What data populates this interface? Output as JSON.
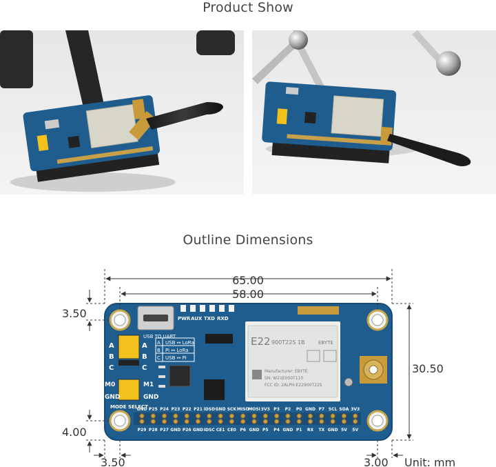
{
  "sections": {
    "product_show": "Product Show",
    "outline_dimensions": "Outline Dimensions"
  },
  "dimensions": {
    "total_width": "65.00",
    "hole_spacing_x": "58.00",
    "height": "30.50",
    "top_hole_offset": "3.50",
    "bottom_hole_offset": "4.00",
    "left_hole_offset": "3.50",
    "right_hole_offset": "3.00",
    "unit": "Unit: mm"
  },
  "board": {
    "leds": [
      "PWR",
      "AUX",
      "TXD",
      "RXD"
    ],
    "usb_label": "USB TO UART",
    "jumper_row_labels": [
      "A",
      "B",
      "C"
    ],
    "jumper_modes": [
      {
        "key": "A",
        "text": "USB ↔ LoRa"
      },
      {
        "key": "B",
        "text": "Pi ↔ LoRa"
      },
      {
        "key": "C",
        "text": "USB ↔ Pi"
      }
    ],
    "mode_labels": {
      "m0": "M0",
      "m1": "M1",
      "gnd_left": "GND",
      "gnd_right": "GND",
      "mode_select": "MODE SELECT"
    },
    "module": {
      "name": "E22",
      "model": "900T22S 1B",
      "brand": "EBYTE",
      "manufacturer": "Manufacturer: EBYTE",
      "sn": "SN: W21E0S0T110",
      "fcc": "FCC ID: 2ALPH-E22900T22S"
    },
    "top_pins": [
      "GND",
      "P25",
      "P24",
      "P23",
      "P22",
      "P21",
      "IDSD",
      "GND",
      "SCK",
      "MISO",
      "MOSI",
      "3V3",
      "P3",
      "P2",
      "P0",
      "GND",
      "P7",
      "SCL",
      "SDA",
      "3V3"
    ],
    "bottom_pins": [
      "P29",
      "P28",
      "P27",
      "GND",
      "P26",
      "GND",
      "IDSC",
      "CE1",
      "CE0",
      "P6",
      "GND",
      "P5",
      "P4",
      "GND",
      "P1",
      "RX",
      "TX",
      "GND",
      "5V",
      "5V"
    ]
  },
  "colors": {
    "board": "#1f5d8f",
    "board_edge": "#174a74",
    "silk": "#ffffff",
    "jumper": "#f2c11b",
    "module": "#e3e5e2",
    "gold": "#c99a3a",
    "dim_line": "#333333"
  }
}
